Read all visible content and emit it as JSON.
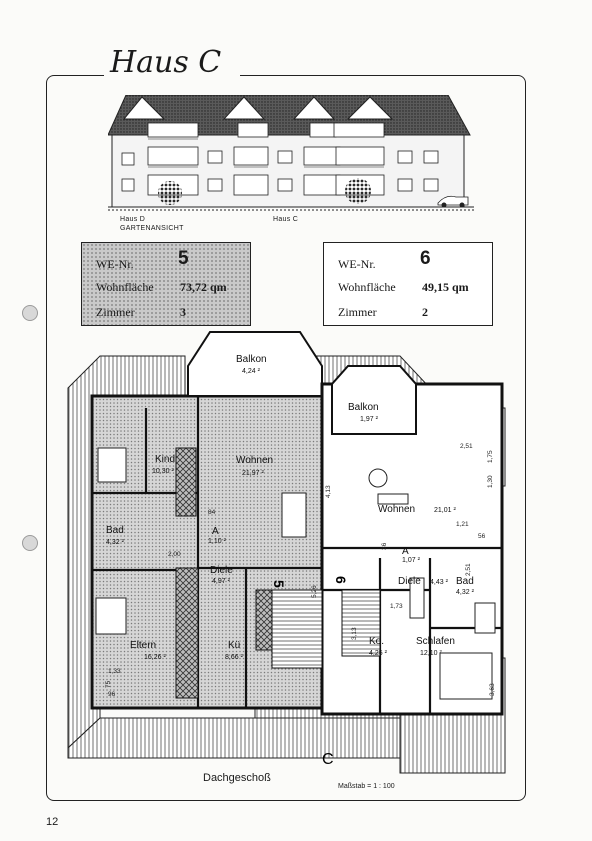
{
  "header": {
    "title": "Haus C"
  },
  "elevation": {
    "caption_left_1": "Haus D",
    "caption_left_2": "GARTENANSICHT",
    "caption_right": "Haus C"
  },
  "unit_left": {
    "we_label": "WE-Nr.",
    "we_value": "5",
    "area_label": "Wohnfläche",
    "area_value": "73,72 qm",
    "rooms_label": "Zimmer",
    "rooms_value": "3"
  },
  "unit_right": {
    "we_label": "WE-Nr.",
    "we_value": "6",
    "area_label": "Wohnfläche",
    "area_value": "49,15 qm",
    "rooms_label": "Zimmer",
    "rooms_value": "2"
  },
  "plan": {
    "rooms": [
      {
        "name": "Balkon",
        "area": "4,24 ²"
      },
      {
        "name": "Kind",
        "area": "10,30 ²"
      },
      {
        "name": "Wohnen",
        "area": "21,97 ²"
      },
      {
        "name": "Bad",
        "area": "4,32 ²"
      },
      {
        "name": "A",
        "area": "1,10 ²"
      },
      {
        "name": "Diele",
        "area": "4,97 ²"
      },
      {
        "name": "Eltern",
        "area": "16,26 ²"
      },
      {
        "name": "Kü",
        "area": "8,66 ²"
      },
      {
        "name": "Balkon",
        "area": "1,97 ²"
      },
      {
        "name": "Wohnen",
        "area": "21,01 ²"
      },
      {
        "name": "A",
        "area": "1,07 ²"
      },
      {
        "name": "Diele",
        "area": "4,43 ²"
      },
      {
        "name": "Bad",
        "area": "4,32 ²"
      },
      {
        "name": "Ko.",
        "area": "4,25 ²"
      },
      {
        "name": "Schlafen",
        "area": "12,10 ²"
      }
    ],
    "unit_mark_left": "5",
    "unit_mark_right": "6",
    "section_mark": "C",
    "dims": [
      "2,00",
      "2,51",
      "1,75",
      "1,30",
      "4,13",
      "5,26",
      "3,13",
      "2,51",
      "1,21",
      "56",
      "36",
      "84",
      "75",
      "1,33",
      "96",
      "1,73",
      "3,63"
    ]
  },
  "footer": {
    "floor_label": "Dachgeschoß",
    "scale_label": "Maßstab = 1 : 100",
    "page_number": "12"
  }
}
